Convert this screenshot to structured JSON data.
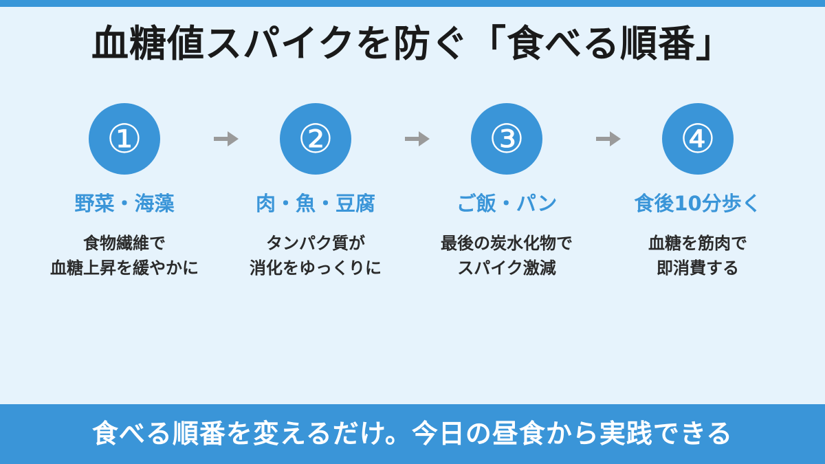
{
  "title": "血糖値スパイクを防ぐ「食べる順番」",
  "steps": [
    {
      "number": "①",
      "heading": "野菜・海藻",
      "desc": [
        "食物繊維で",
        "血糖上昇を緩やかに"
      ]
    },
    {
      "number": "②",
      "heading": "肉・魚・豆腐",
      "desc": [
        "タンパク質が",
        "消化をゆっくりに"
      ]
    },
    {
      "number": "③",
      "heading": "ご飯・パン",
      "desc": [
        "最後の炭水化物で",
        "スパイク激減"
      ]
    },
    {
      "number": "④",
      "heading": "食後10分歩く",
      "desc": [
        "血糖を筋肉で",
        "即消費する"
      ]
    }
  ],
  "footer": "食べる順番を変えるだけ。今日の昼食から実践できる",
  "colors": {
    "accent": "#3a95d8",
    "background": "#e6f3fc",
    "arrow": "#9a9a9a"
  },
  "icons": {
    "arrow": "arrow-right-icon"
  }
}
